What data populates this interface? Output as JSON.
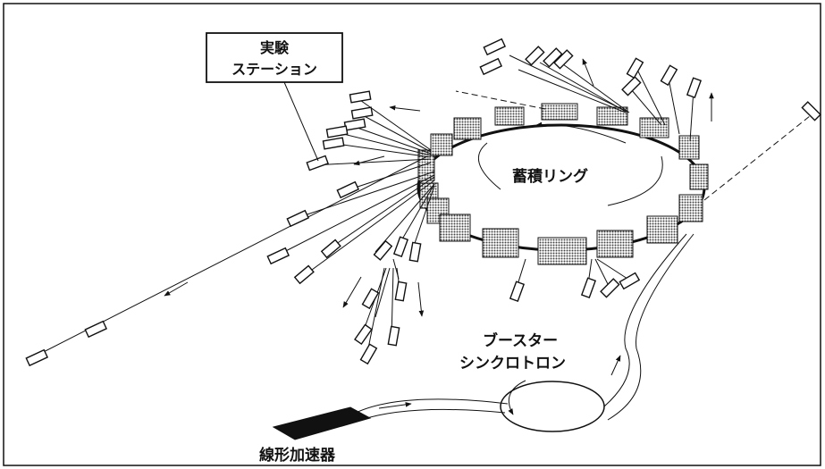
{
  "labels": {
    "experiment_station": "実験",
    "experiment_station_line2": "ステーション",
    "storage_ring": "蓄積リング",
    "booster_line1": "ブースター",
    "booster_line2": "シンクロトロン",
    "linac": "線形加速器"
  },
  "colors": {
    "ink": "#111111",
    "paper": "#ffffff",
    "hatch": "#555555"
  }
}
